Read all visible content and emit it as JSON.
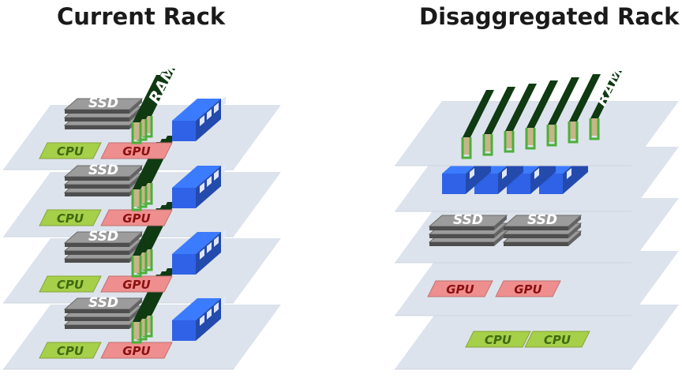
{
  "titles": {
    "left": "Current Rack",
    "right": "Disaggregated Rack"
  },
  "labels": {
    "ssd": "SSD",
    "cpu": "CPU",
    "gpu": "GPU",
    "ram": "RAM"
  },
  "colors": {
    "tray": "#dde3ec",
    "cpu": "#a6cf4a",
    "gpu": "#ef8e8e",
    "ssd": "#8e8e8e",
    "ram_dark": "#0f3a12",
    "ram_green": "#4caf3a",
    "ram_tan": "#c8b48a",
    "nic": "#2f62e6"
  },
  "current_rack": {
    "server_count": 4
  },
  "disaggregated_rack": {
    "pools": [
      "RAM",
      "NIC",
      "SSD",
      "GPU",
      "CPU"
    ],
    "ram_modules": 7,
    "nic_count": 4,
    "ssd_count": 2,
    "gpu_count": 2,
    "cpu_count": 2
  }
}
